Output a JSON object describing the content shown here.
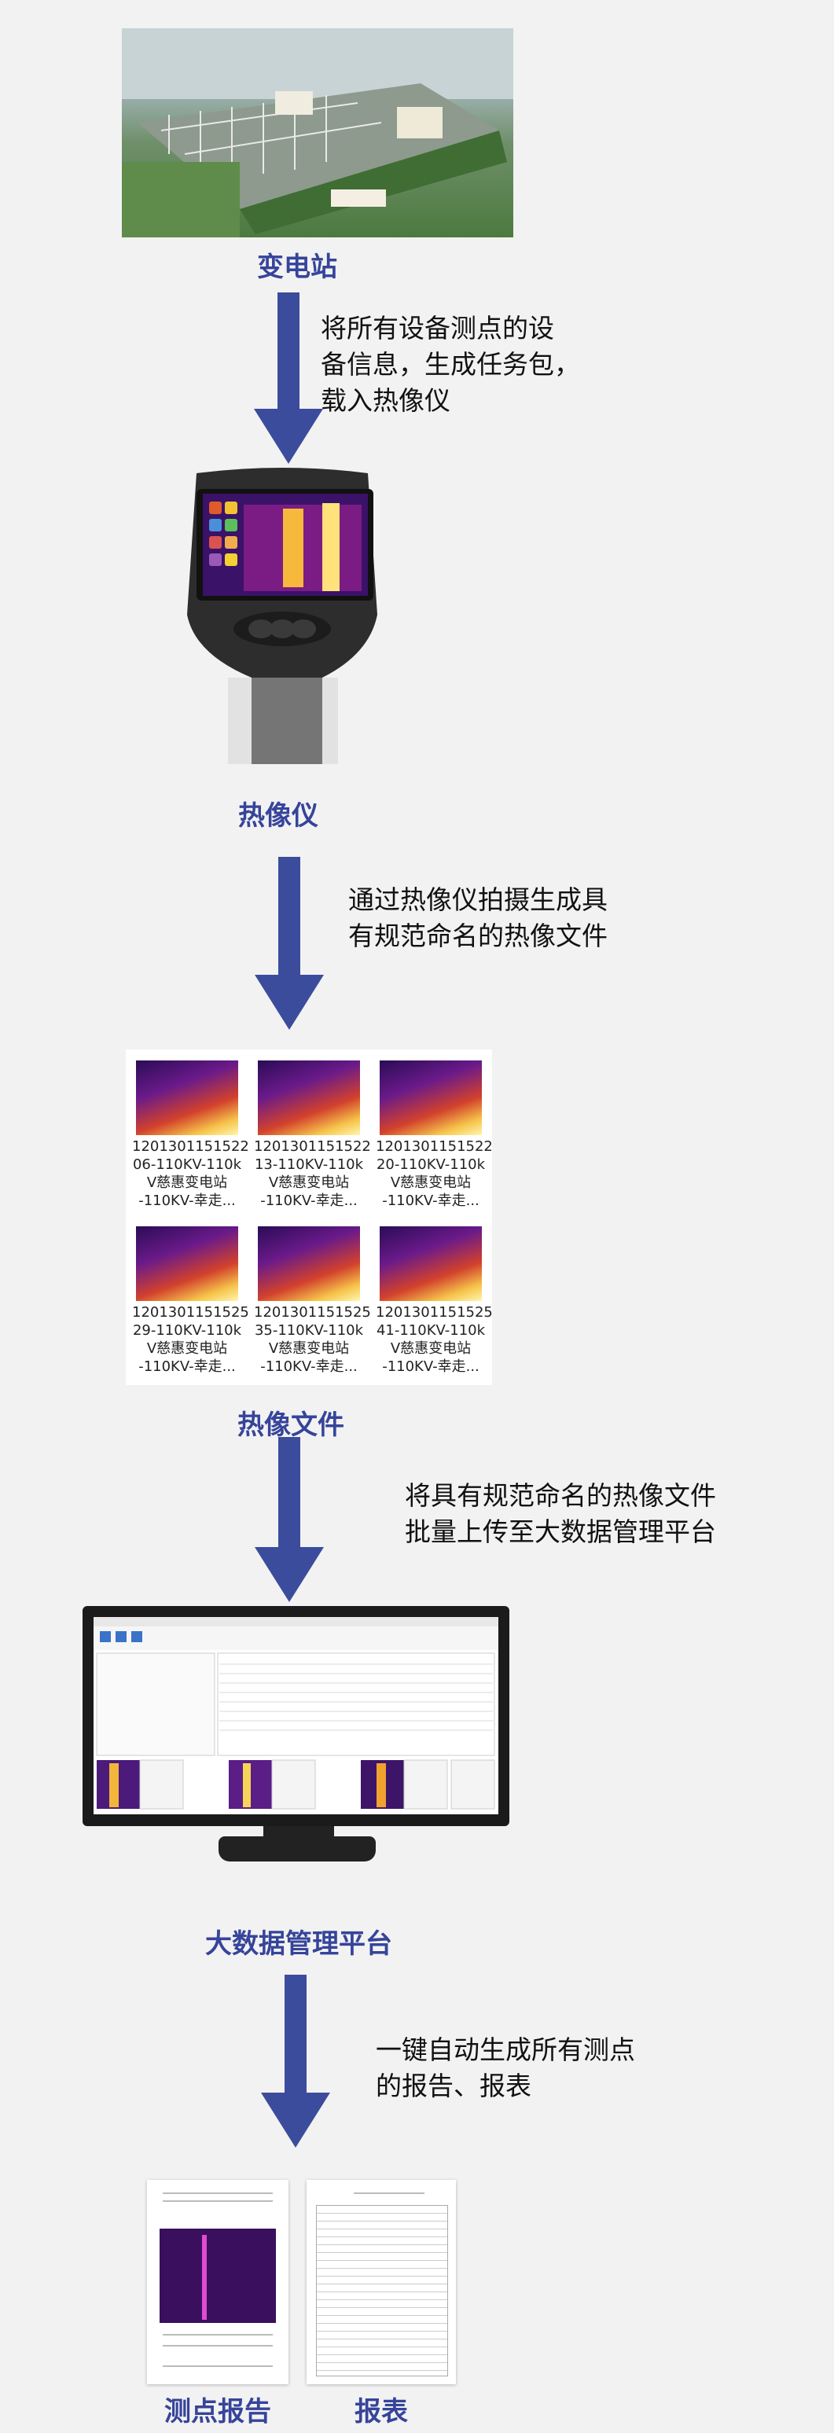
{
  "steps": [
    {
      "label": "变电站"
    },
    {
      "label": "热像仪"
    },
    {
      "label": "热像文件"
    },
    {
      "label": "大数据管理平台"
    },
    {
      "label": "测点报告"
    },
    {
      "label": "报表"
    }
  ],
  "descriptions": [
    "将所有设备测点的设\n备信息，生成任务包，\n载入热像仪",
    "通过热像仪拍摄生成具\n有规范命名的热像文件",
    "将具有规范命名的热像文件\n批量上传至大数据管理平台",
    "一键自动生成所有测点\n的报告、报表"
  ],
  "files": [
    "1201301151522\n06-110KV-110k\nV慈惠变电站\n-110KV-幸走...",
    "1201301151522\n13-110KV-110k\nV慈惠变电站\n-110KV-幸走...",
    "1201301151522\n20-110KV-110k\nV慈惠变电站\n-110KV-幸走...",
    "1201301151525\n29-110KV-110k\nV慈惠变电站\n-110KV-幸走...",
    "1201301151525\n35-110KV-110k\nV慈惠变电站\n-110KV-幸走...",
    "1201301151525\n41-110KV-110k\nV慈惠变电站\n-110KV-幸走..."
  ],
  "colors": {
    "accent": "#36449a",
    "arrow": "#3c4c9c",
    "background": "#f2f2f2"
  }
}
